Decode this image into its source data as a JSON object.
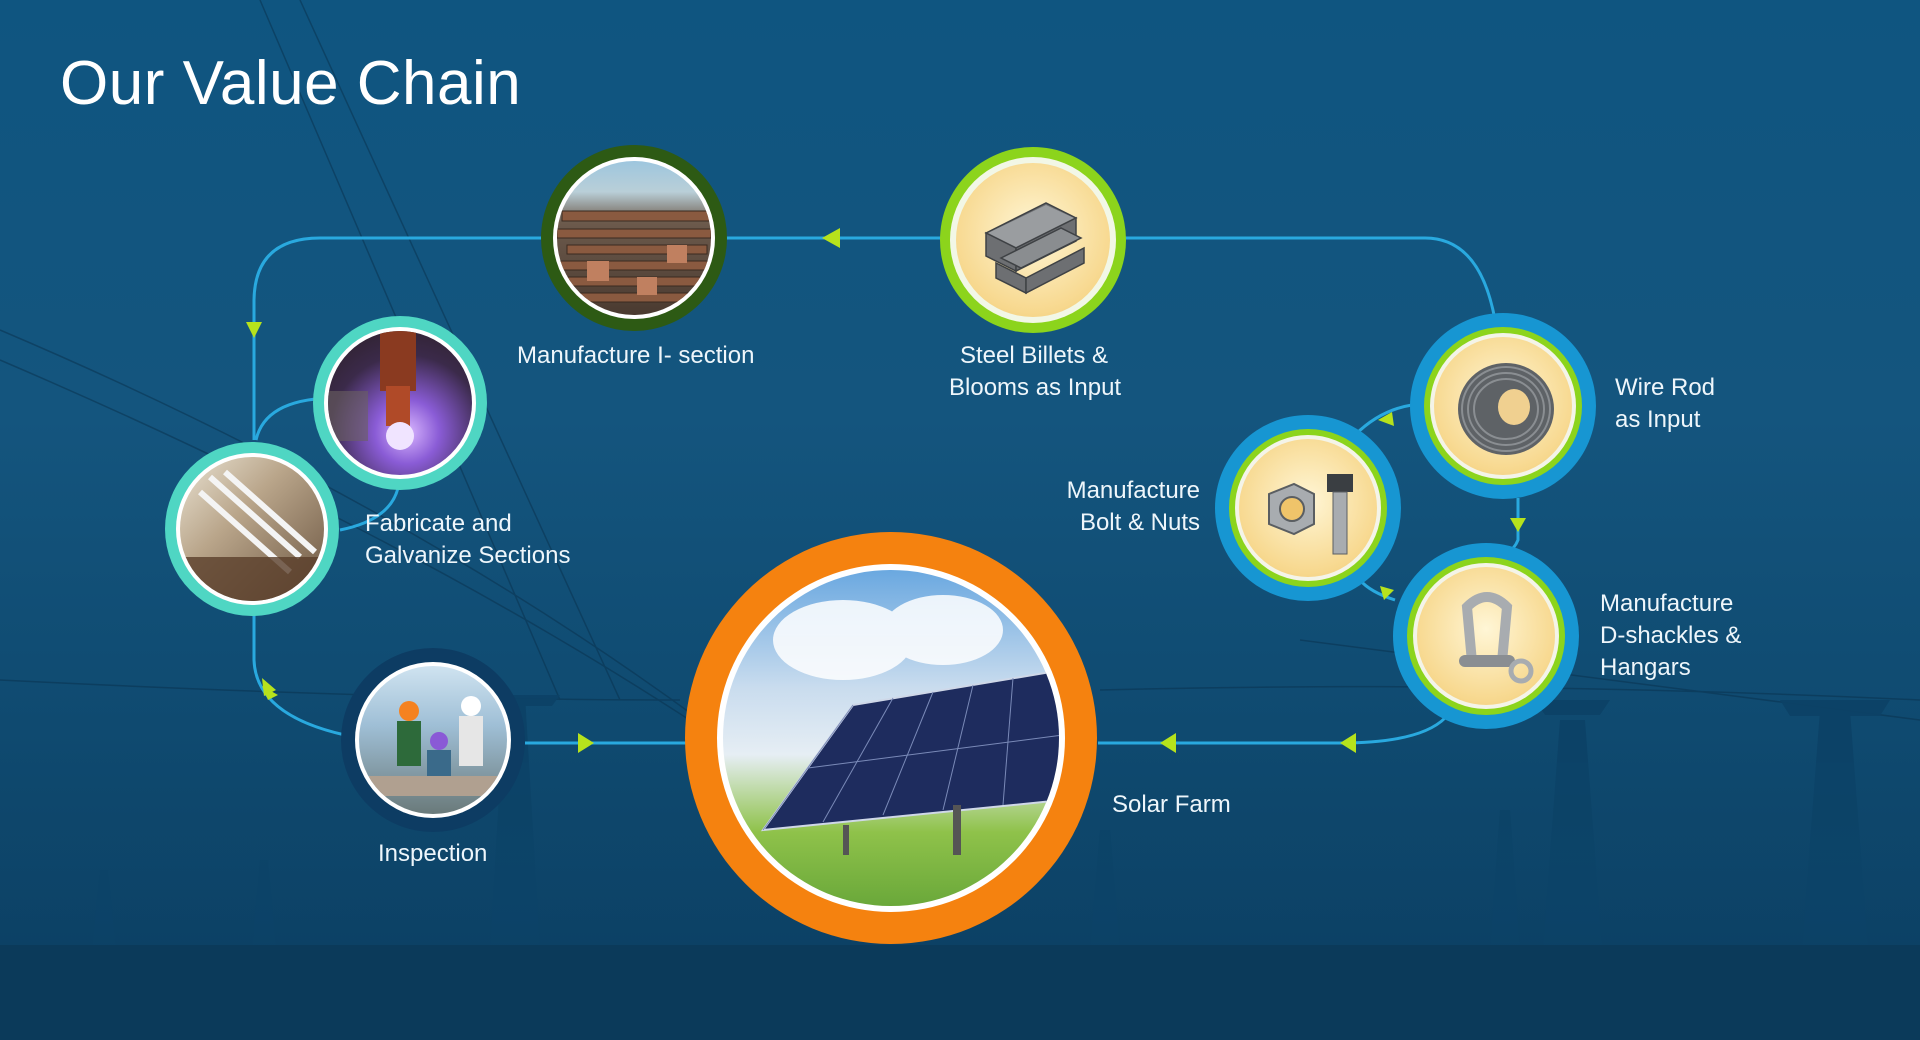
{
  "title": "Our Value Chain",
  "nodes": {
    "steel_billets": {
      "lines": [
        "Steel Billets &",
        "Blooms as Input"
      ],
      "icon": "steel-billets-icon"
    },
    "manufacture_i_section": {
      "lines": [
        "Manufacture I- section"
      ],
      "icon": "i-section-icon"
    },
    "fabricate_galvanize": {
      "lines": [
        "Fabricate and",
        "Galvanize Sections"
      ],
      "icon": "galvanize-icon"
    },
    "inspection": {
      "lines": [
        "Inspection"
      ],
      "icon": "inspection-icon"
    },
    "solar_farm": {
      "lines": [
        "Solar Farm"
      ],
      "icon": "solar-panel-icon"
    },
    "wire_rod": {
      "lines": [
        "Wire Rod",
        "as Input"
      ],
      "icon": "wire-rod-icon"
    },
    "bolt_nuts": {
      "lines": [
        "Manufacture",
        "Bolt & Nuts"
      ],
      "icon": "bolt-nut-icon"
    },
    "d_shackles": {
      "lines": [
        "Manufacture",
        "D-shackles &",
        "Hangars"
      ],
      "icon": "d-shackle-icon"
    }
  },
  "colors": {
    "connector": "#29a9df",
    "arrow": "#b6e21c",
    "ring_green_dark": "#2d5a14",
    "ring_lime": "#8cd41c",
    "ring_teal": "#4fd6c3",
    "ring_navy": "#0d3c63",
    "ring_blue": "#1796d2",
    "ring_orange": "#f5820f"
  }
}
